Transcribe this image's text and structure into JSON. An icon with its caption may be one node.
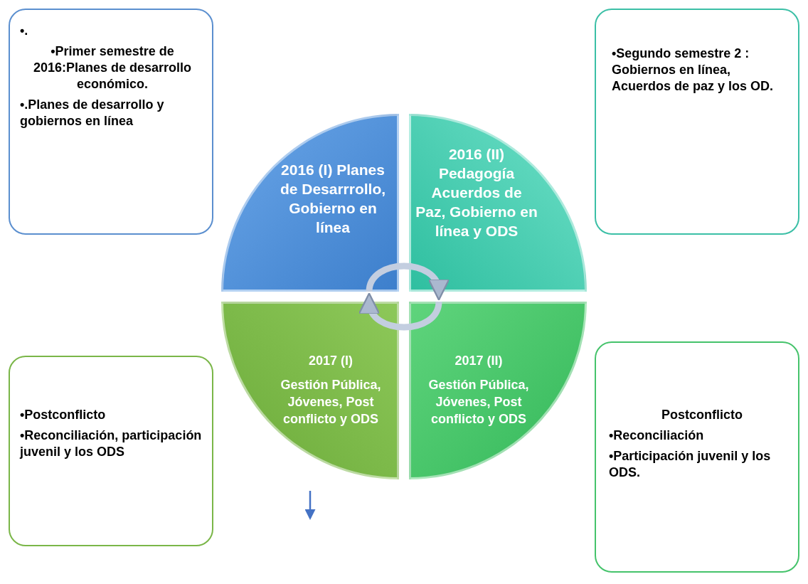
{
  "diagram": {
    "nodes": [
      {
        "text": [
          "•.",
          "•Primer semestre de 2016:Planes de desarrollo económico.",
          "•.Planes de desarrollo y gobiernos en línea"
        ]
      },
      {
        "text": [
          "•Segundo semestre 2 : Gobiernos en línea, Acuerdos de paz y los OD."
        ]
      },
      {
        "text": [
          "2016 (I) Planes de Desarrrollo, Gobierno en línea"
        ]
      },
      {
        "text": [
          "2016 (II) Pedagogía Acuerdos de Paz, Gobierno en línea y ODS"
        ]
      },
      {
        "text": [
          "2017 (I)",
          "Gestión Pública, Jóvenes, Post conflicto y ODS"
        ]
      },
      {
        "text": [
          "2017 (II)",
          "Gestión Pública, Jóvenes, Post conflicto y ODS"
        ]
      },
      {
        "text": [
          "•Postconflicto",
          "•Reconciliación, participación juvenil y los ODS"
        ]
      },
      {
        "text": [
          "Postconflicto",
          "•Reconciliación",
          "•Participación juvenil y los ODS."
        ]
      }
    ],
    "edges": [
      {
        "from": 2,
        "to": 3,
        "arrow": "to"
      },
      {
        "from": 5,
        "to": 4,
        "arrow": "to"
      }
    ]
  }
}
